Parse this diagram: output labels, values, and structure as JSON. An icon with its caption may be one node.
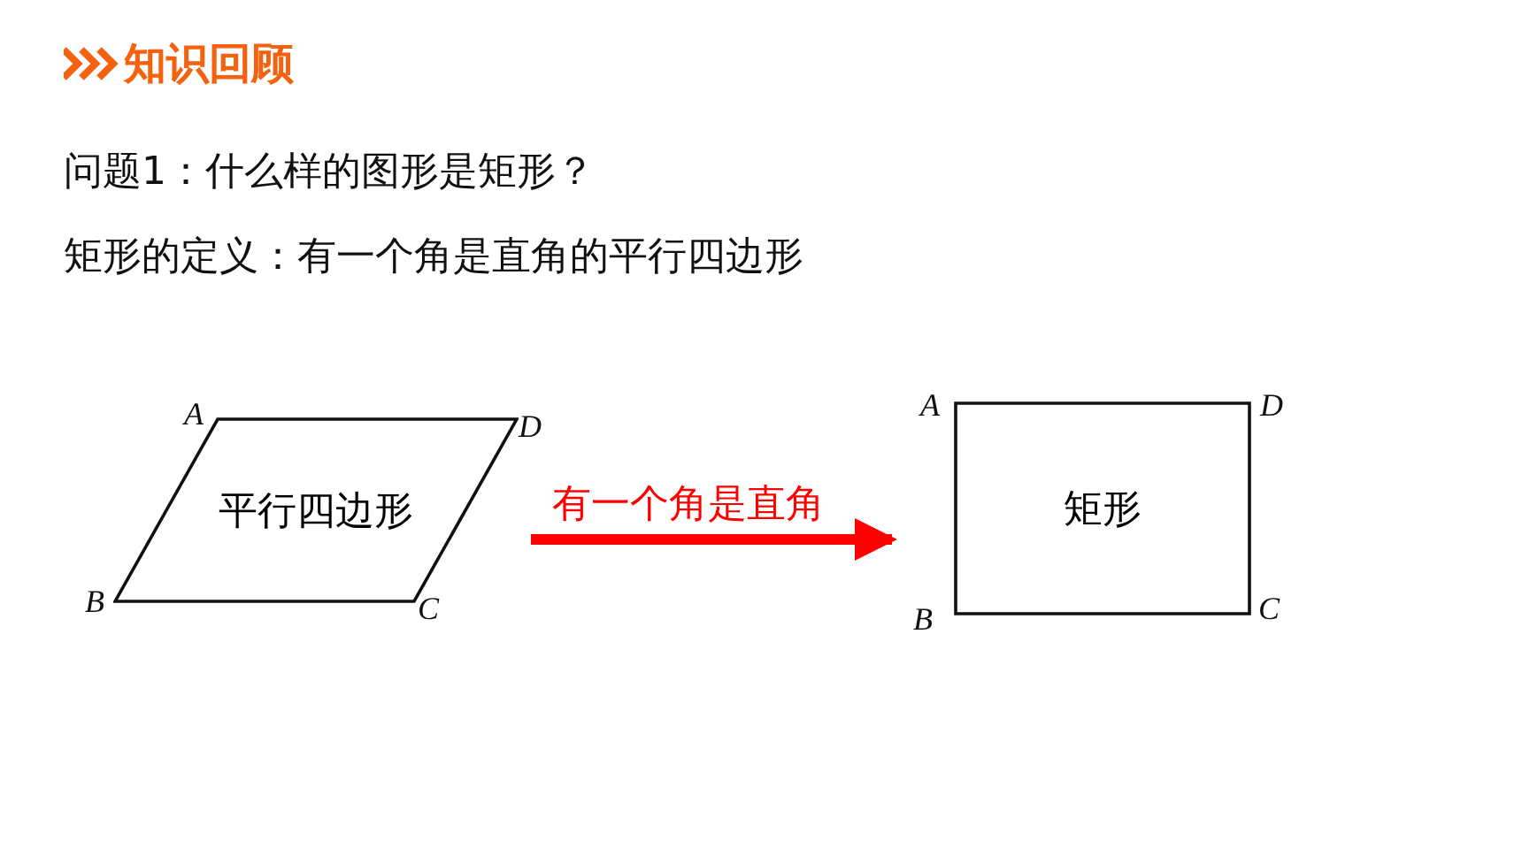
{
  "diagram": {
    "title": "知识回顾",
    "nodes": [
      {
        "text": [
          "平行四边形"
        ]
      },
      {
        "text": [
          "矩形"
        ]
      }
    ],
    "edges": [
      {
        "from": 0,
        "to": 1,
        "arrow": "to",
        "label": "有一个角是直角",
        "color": "#ff0000"
      }
    ],
    "labels": [
      "问题1：什么样的图形是矩形？",
      "矩形的定义：有一个角是直角的平行四边形",
      "A",
      "D",
      "B",
      "C",
      "A",
      "D",
      "B",
      "C"
    ]
  }
}
